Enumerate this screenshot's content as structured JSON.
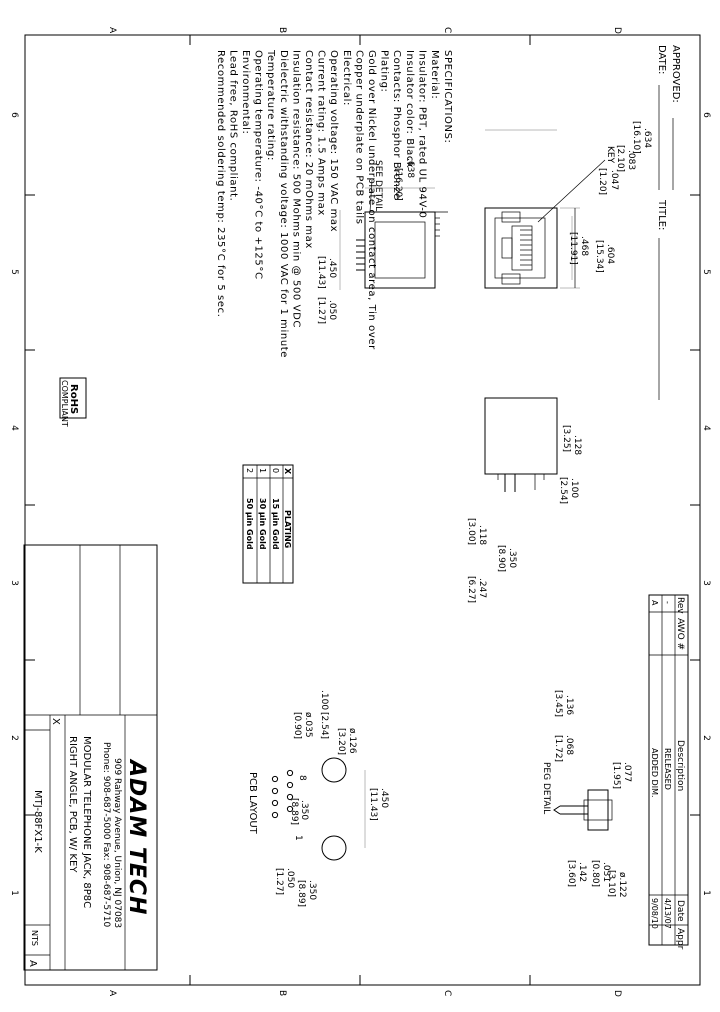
{
  "zones": {
    "numbers": [
      "6",
      "5",
      "4",
      "3",
      "2",
      "1"
    ],
    "letters": [
      "A",
      "B",
      "C",
      "D"
    ]
  },
  "approvals": {
    "approved": "APPROVED:",
    "date": "DATE:",
    "title": "TITLE:"
  },
  "specs": {
    "heading": "SPECIFICATIONS:",
    "lines": [
      "Material:",
      "Insulator: PBT, rated UL 94V-0",
      "Insulator color: Black",
      "Contacts: Phosphor Bronze",
      "Plating:",
      "Gold over Nickel underplate on contact area, Tin over",
      "Copper underplate on PCB tails",
      "Electrical:",
      "Operating voltage: 150 VAC max",
      "Current rating: 1.5 Amps max",
      "Contact resistance: 20 mOhms max",
      "Insulation resistance: 500 Mohms min @ 500 VDC",
      "Dielectric withstanding voltage: 1000 VAC for 1 minute",
      "Temperature rating:",
      "Operating temperature: -40°C to +125°C",
      "Environmental:",
      "Lead free, RoHS compliant.",
      "Recommended soldering temp: 235°C for 5 sec."
    ]
  },
  "rohs": {
    "top": "RoHS",
    "bottom": "COMPLIANT"
  },
  "plating_table": {
    "headers": [
      "X",
      "PLATING"
    ],
    "rows": [
      [
        "0",
        "15 µin Gold"
      ],
      [
        "1",
        "30 µin Gold"
      ],
      [
        "2",
        "50 µin Gold"
      ]
    ]
  },
  "revisions": {
    "headers": [
      "Rev",
      "AWO #",
      "Description",
      "Date",
      "Appr"
    ],
    "rows": [
      [
        "-",
        "",
        "RELEASED",
        "4/13/07",
        ""
      ],
      [
        "A",
        "",
        "ADDED DIM.",
        "9/08/10",
        ""
      ]
    ]
  },
  "title_block": {
    "company": "ADAM TECH",
    "address": "909 Rahway Avenue, Union, NJ 07083",
    "phone": "Phone: 908-687-5000  Fax: 908-687-5710",
    "desc1": "MODULAR TELEPHONE JACK, 8P8C",
    "desc2": "RIGHT ANGLE, PCB, W/ KEY",
    "part_number": "MTJ-88FX1-K",
    "rev_letter": "A",
    "scale": "NTS",
    "x_mark": "X"
  },
  "labels": {
    "see_detail": "SEE DETAIL",
    "key": "KEY",
    "peg_detail": "PEG DETAIL",
    "pcb_layout": "PCB LAYOUT",
    "pin8": "8",
    "pin1": "1"
  },
  "dims": {
    "d634": ".634",
    "d634m": "[16.10]",
    "d083": ".083",
    "d083m": "[2.10]",
    "d047": ".047",
    "d047m": "[1.20]",
    "d604": ".604",
    "d604m": "[15.34]",
    "d468": ".468",
    "d468m": "[11.91]",
    "d638": ".638",
    "d638m": "[16.20]",
    "d450": ".450",
    "d450m": "[11.43]",
    "d050": ".050",
    "d050m": "[1.27]",
    "d128": ".128",
    "d128m": "[3.25]",
    "d100": ".100",
    "d100m": "[2.54]",
    "d118": ".118",
    "d118m": "[3.00]",
    "d350": ".350",
    "d350m": "[8.90]",
    "d247": ".247",
    "d247m": "[6.27]",
    "d136": ".136",
    "d136m": "[3.45]",
    "d077": ".077",
    "d077m": "[1.95]",
    "d068": ".068",
    "d068m": "[1.72]",
    "d031": ".031",
    "d031m": "[0.80]",
    "d142": ".142",
    "d142m": "[3.60]",
    "d122": "ø.122",
    "d122m": "[3.10]",
    "p126": "ø.126",
    "p126m": "[3.20]",
    "p100": ".100",
    "p100m": "[2.54]",
    "p035": "ø.035",
    "p035m": "[0.90]",
    "p450": ".450",
    "p450m": "[11.43]",
    "p350a": ".350",
    "p350am": "[8.89]",
    "p350b": ".350",
    "p350bm": "[8.89]",
    "p050": ".050",
    "p050m": "[1.27]"
  }
}
